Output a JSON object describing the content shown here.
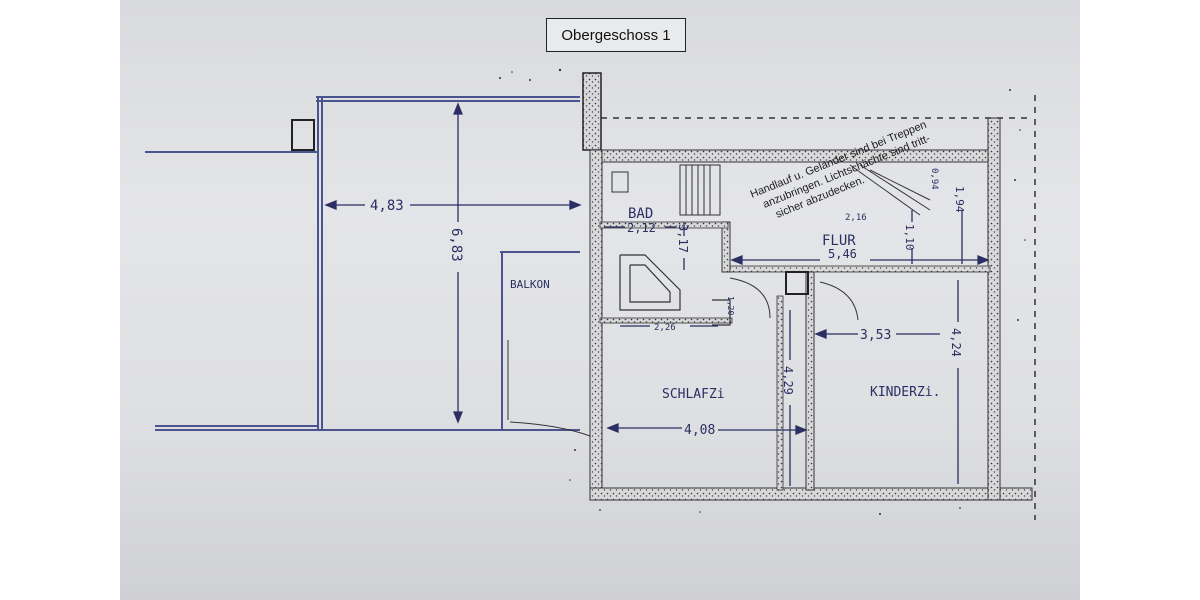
{
  "plan_title": "Obergeschoss 1",
  "rooms": {
    "balkon": "BALKON",
    "bad": "BAD",
    "flur": "FLUR",
    "schlafzi": "SCHLAFZi",
    "kinderzi": "KINDERZi."
  },
  "dimensions": {
    "balkon_width": "4,83",
    "balkon_depth": "6,83",
    "bad_width": "2,12",
    "bad_depth": "3,17",
    "stair_width": "2,16",
    "stair_small": "0,94",
    "flur_height": "1,10",
    "flur_right": "1,94",
    "flur_length": "5,46",
    "bad_bottom": "2,26",
    "bad_side": "1,20",
    "kinder_width": "3,53",
    "kinder_depth": "4,24",
    "schlaf_depth": "4,29",
    "schlaf_width": "4,08"
  },
  "note": {
    "line1": "Handlauf u. Geländer sind bei Treppen",
    "line2": "anzubringen. Lichtschächte sind tritt-",
    "line3": "sicher abzudecken."
  },
  "colors": {
    "ink": "#2b2f63",
    "wall": "#3a3a3a",
    "paper": "#dfe0e3"
  }
}
